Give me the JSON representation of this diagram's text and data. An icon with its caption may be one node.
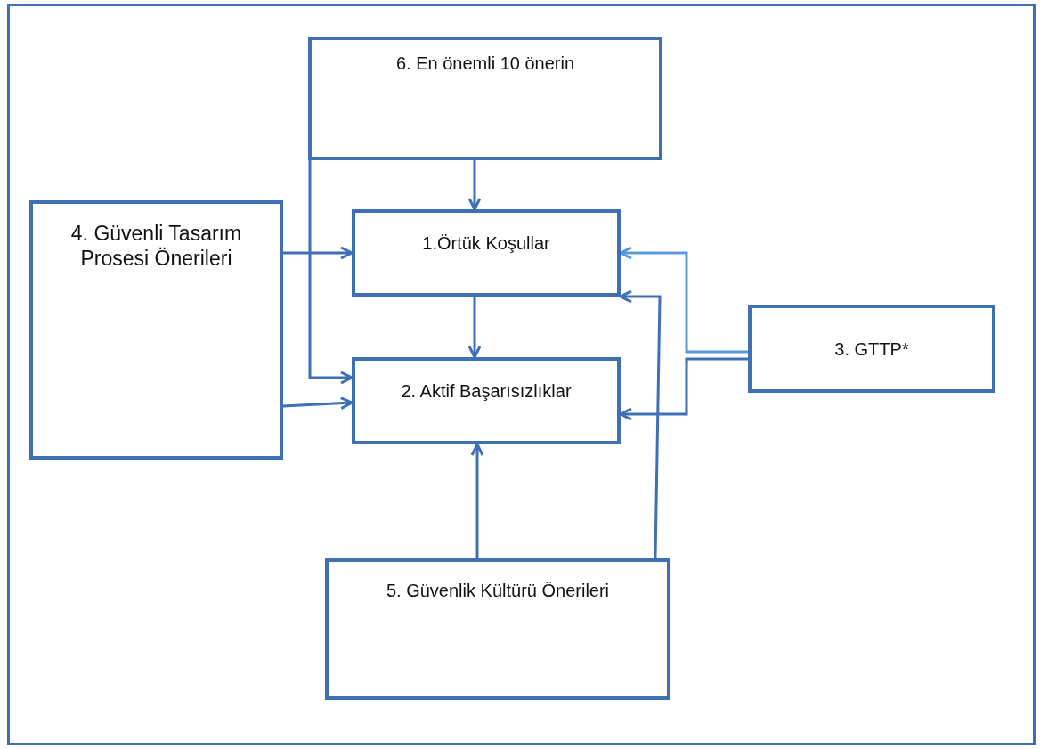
{
  "diagram": {
    "nodes": [
      {
        "text": [
          "6. En önemli 10 önerin"
        ]
      },
      {
        "text": [
          "4. Güvenli Tasarım Prosesi Önerileri"
        ]
      },
      {
        "text": [
          "1.Örtük Koşullar"
        ]
      },
      {
        "text": [
          "2. Aktif Başarısızlıklar"
        ]
      },
      {
        "text": [
          "3. GTTP*"
        ]
      },
      {
        "text": [
          "5. Güvenlik Kültürü Önerileri"
        ]
      }
    ],
    "edges": [
      {
        "from": 0,
        "to": 2,
        "arrow": "to"
      },
      {
        "from": 0,
        "to": 3,
        "arrow": "to"
      },
      {
        "from": 1,
        "to": 2,
        "arrow": "to"
      },
      {
        "from": 1,
        "to": 3,
        "arrow": "to"
      },
      {
        "from": 2,
        "to": 3,
        "arrow": "to"
      },
      {
        "from": 4,
        "to": 2,
        "arrow": "to",
        "color": "#5b9bd5"
      },
      {
        "from": 4,
        "to": 3,
        "arrow": "to"
      },
      {
        "from": 5,
        "to": 3,
        "arrow": "to"
      },
      {
        "from": 5,
        "to": 2,
        "arrow": "to"
      }
    ]
  }
}
